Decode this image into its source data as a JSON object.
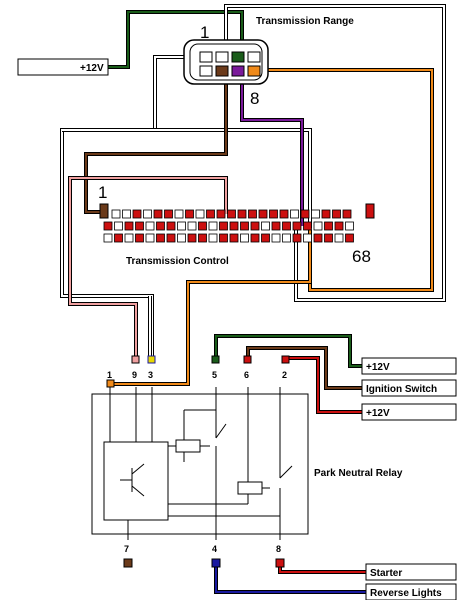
{
  "labels": {
    "transmission_range": "Transmission Range",
    "transmission_control": "Transmission Control",
    "park_neutral_relay": "Park Neutral Relay"
  },
  "connector_tr": {
    "first_pin": "1",
    "last_pin": "8"
  },
  "connector_tcm": {
    "first_pin": "1",
    "last_pin": "68"
  },
  "boxes": {
    "v12_top": "+12V",
    "v12_right_a": "+12V",
    "ignition_switch": "Ignition Switch",
    "v12_right_b": "+12V",
    "starter": "Starter",
    "reverse_lights": "Reverse Lights"
  },
  "relay_pins": {
    "p1": "1",
    "p9": "9",
    "p3": "3",
    "p5": "5",
    "p6": "6",
    "p2": "2",
    "p7": "7",
    "p4": "4",
    "p8": "8"
  },
  "colors": {
    "green": "#1a5c1a",
    "brown": "#6b3a1a",
    "red": "#cc1010",
    "orange": "#f08a1a",
    "purple": "#7a1a9a",
    "pink": "#f0a0a0",
    "blue": "#1a1aa0",
    "yellow": "#e8d800",
    "gray": "#808080"
  }
}
